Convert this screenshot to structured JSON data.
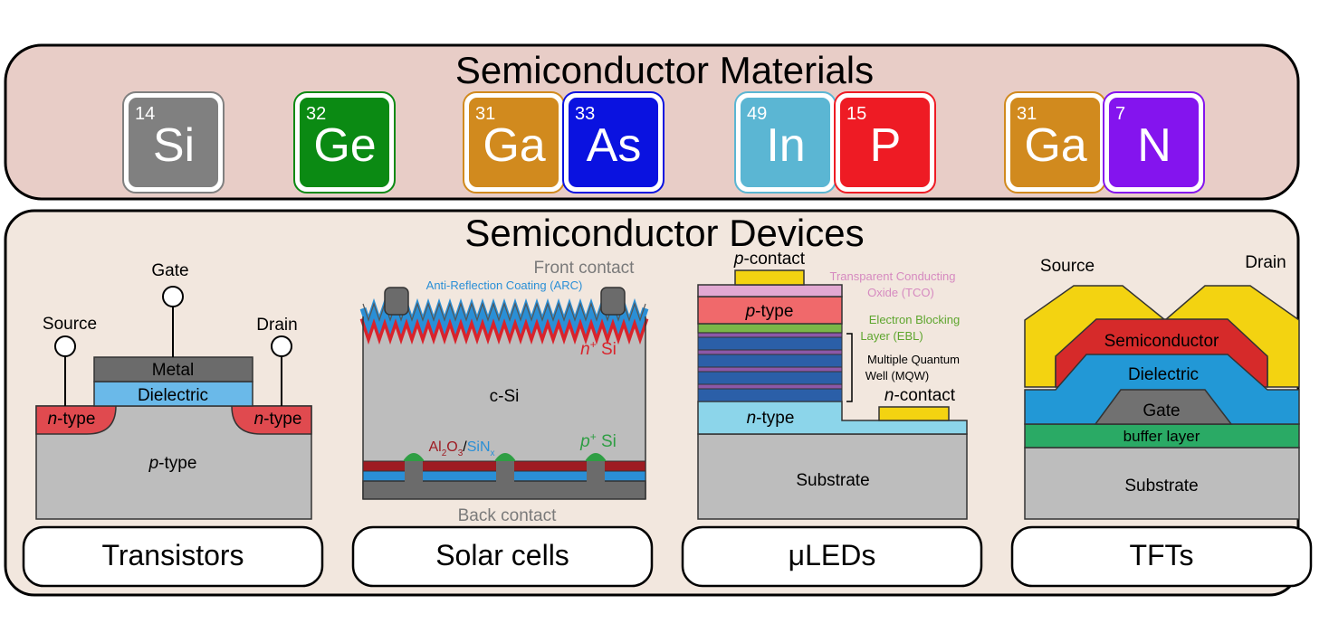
{
  "materials_panel": {
    "title": "Semiconductor Materials",
    "elements": [
      {
        "number": "14",
        "symbol": "Si",
        "color": "#808080"
      },
      {
        "number": "32",
        "symbol": "Ge",
        "color": "#0b8a13"
      },
      {
        "number": "31",
        "symbol": "Ga",
        "color": "#d18a1e"
      },
      {
        "number": "33",
        "symbol": "As",
        "color": "#0a12e0"
      },
      {
        "number": "49",
        "symbol": "In",
        "color": "#5bb6d3"
      },
      {
        "number": "15",
        "symbol": "P",
        "color": "#ee1b24"
      },
      {
        "number": "31",
        "symbol": "Ga",
        "color": "#d18a1e"
      },
      {
        "number": "7",
        "symbol": "N",
        "color": "#8414ee"
      }
    ]
  },
  "devices_panel": {
    "title": "Semiconductor Devices",
    "devices": [
      "Transistors",
      "Solar cells",
      "μLEDs",
      "TFTs"
    ]
  },
  "transistor": {
    "gate": "Gate",
    "source": "Source",
    "drain": "Drain",
    "metal": "Metal",
    "dielectric": "Dielectric",
    "n_type_left_italic": "n",
    "n_type_left_rest": "-type",
    "n_type_right_italic": "n",
    "n_type_right_rest": "-type",
    "p_type_italic": "p",
    "p_type_rest": "-type"
  },
  "solar": {
    "front_contact": "Front contact",
    "arc": "Anti-Reflection Coating (ARC)",
    "n_si_italic": "n",
    "n_si_sup": "+",
    "n_si_rest": " Si",
    "c_si": "c-Si",
    "p_si_italic": "p",
    "p_si_sup": "+",
    "p_si_rest": " Si",
    "al2o3_a": "Al",
    "al2o3_sub1": "2",
    "al2o3_b": "O",
    "al2o3_sub2": "3",
    "slash": "/",
    "sin": "SiN",
    "sin_sub": "x",
    "back_contact": "Back contact"
  },
  "uled": {
    "p_contact_italic": "p",
    "p_contact_rest": "-contact",
    "tco_line1": "Transparent Conducting",
    "tco_line2": "Oxide (TCO)",
    "p_type_italic": "p",
    "p_type_rest": "-type",
    "ebl_line1": "Electron Blocking",
    "ebl_line2": "Layer (EBL)",
    "mqw_line1": "Multiple Quantum",
    "mqw_line2": "Well (MQW)",
    "n_contact_italic": "n",
    "n_contact_rest": "-contact",
    "n_type_italic": "n",
    "n_type_rest": "-type",
    "substrate": "Substrate"
  },
  "tft": {
    "source": "Source",
    "drain": "Drain",
    "semiconductor": "Semiconductor",
    "dielectric": "Dielectric",
    "gate": "Gate",
    "buffer": "buffer layer",
    "substrate": "Substrate"
  },
  "colors": {
    "materials_bg": "#e8cdc7",
    "devices_bg": "#f2e7de",
    "gray_layer": "#bdbdbd",
    "metal": "#6b6b6b",
    "dielectric": "#6ab9e9",
    "n_region": "#e04a4f",
    "solar_red": "#d9232b",
    "solar_blue": "#2a8fd6",
    "tco": "#e1a8d2",
    "uled_ptype": "#f0696b",
    "ebl": "#7ab648",
    "mqw_blue": "#2b5fa8",
    "mqw_purple": "#8b58a8",
    "uled_ntype": "#8cd5ea",
    "contact_yellow": "#f3d311",
    "tft_red": "#d62a2a",
    "tft_blue": "#2298d6",
    "tft_gate": "#717171",
    "tft_green": "#2aaa65"
  }
}
